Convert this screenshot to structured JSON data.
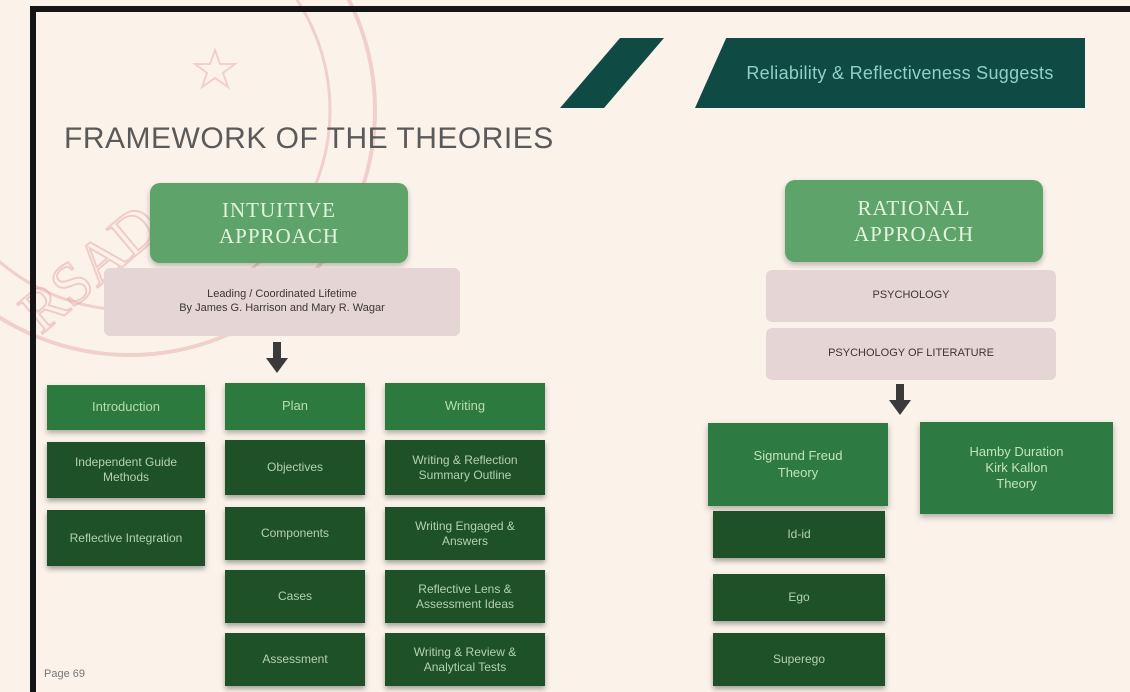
{
  "badge": "Reliability & Reflectiveness Suggests",
  "title": "FRAMEWORK OF THE THEORIES",
  "left": {
    "approach": "INTUITIVE\nAPPROACH",
    "source": "Leading / Coordinated Lifetime\nBy James G. Harrison and Mary R. Wagar",
    "columns": [
      {
        "header": "Introduction",
        "items": [
          "Independent Guide Methods",
          "Reflective Integration"
        ]
      },
      {
        "header": "Plan",
        "items": [
          "Objectives",
          "Components",
          "Cases",
          "Assessment"
        ]
      },
      {
        "header": "Writing",
        "items": [
          "Writing & Reflection Summary Outline",
          "Writing Engaged & Answers",
          "Reflective Lens & Assessment Ideas",
          "Writing & Review & Analytical Tests"
        ]
      }
    ]
  },
  "right": {
    "approach": "RATIONAL\nAPPROACH",
    "source1": "PSYCHOLOGY",
    "source2": "PSYCHOLOGY OF LITERATURE",
    "left_box": "Sigmund Freud\nTheory",
    "right_box": "Hamby Duration\nKirk Kallon\nTheory",
    "items": [
      "Id-id",
      "Ego",
      "Superego"
    ]
  },
  "footer": "Page 69",
  "colors": {
    "background": "#fbf3ea",
    "badge": "#0f4a45",
    "approach": "#5ea46a",
    "dark": "#1e5128",
    "pink": "#e6d5d5"
  }
}
